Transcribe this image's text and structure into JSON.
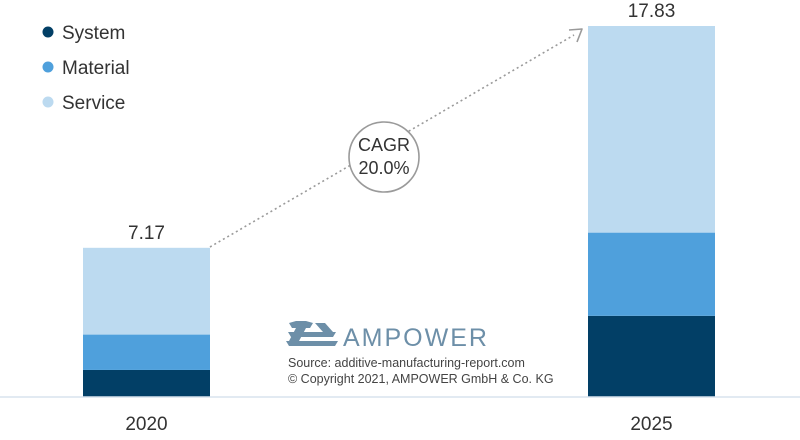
{
  "chart_data": {
    "type": "bar",
    "stacked": true,
    "categories": [
      "2020",
      "2025"
    ],
    "series": [
      {
        "name": "System",
        "color": "#023f66",
        "values": [
          1.3,
          3.9
        ]
      },
      {
        "name": "Material",
        "color": "#4fa0dc",
        "values": [
          1.7,
          4.0
        ]
      },
      {
        "name": "Service",
        "color": "#bcdaf0",
        "values": [
          4.17,
          9.93
        ]
      }
    ],
    "totals": [
      "7.17",
      "17.83"
    ],
    "ylim": [
      0,
      17.83
    ],
    "grid": false,
    "legend_position": "top-left",
    "annotation": {
      "line1": "CAGR",
      "line2": "20.0%"
    }
  },
  "branding": {
    "logo_text": "AMPOWER",
    "source": "Source: additive-manufacturing-report.com",
    "copyright": "© Copyright 2021, AMPOWER GmbH & Co. KG"
  }
}
